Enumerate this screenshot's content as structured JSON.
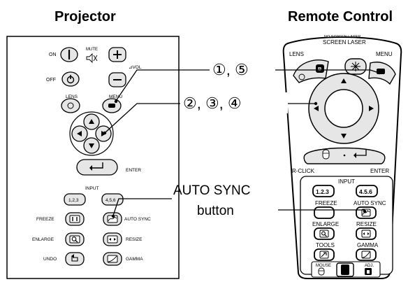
{
  "headings": {
    "projector": "Projector",
    "remote": "Remote Control"
  },
  "callouts": {
    "steps_1_5": "①, ⑤",
    "steps_2_3_4": "②, ③, ④",
    "auto_sync_line1": "AUTO SYNC",
    "auto_sync_line2": "button"
  },
  "projector_panel": {
    "on": "ON",
    "off": "OFF",
    "mute": "MUTE",
    "vol": "⊿VOL",
    "lens": "LENS",
    "menu": "MENU",
    "enter": "ENTER",
    "input": "INPUT",
    "input_123": "1,2,3",
    "input_456": "4,5,6",
    "freeze": "FREEZE",
    "auto_sync": "AUTO SYNC",
    "enlarge": "ENLARGE",
    "resize": "RESIZE",
    "undo": "UNDO",
    "gamma": "GAMMA"
  },
  "remote_control": {
    "screen_laser_top": "NO SCREEN LASER",
    "screen_laser": "SCREEN LASER",
    "lens": "LENS",
    "menu": "MENU",
    "r_click": "R-CLICK",
    "enter": "ENTER",
    "input": "INPUT",
    "input_123": "1.2.3",
    "input_456": "4.5.6",
    "freeze": "FREEZE",
    "auto_sync": "AUTO SYNC",
    "enlarge": "ENLARGE",
    "resize": "RESIZE",
    "tools": "TOOLS",
    "gamma": "GAMMA",
    "mouse": "MOUSE",
    "adj": "ADJ."
  }
}
